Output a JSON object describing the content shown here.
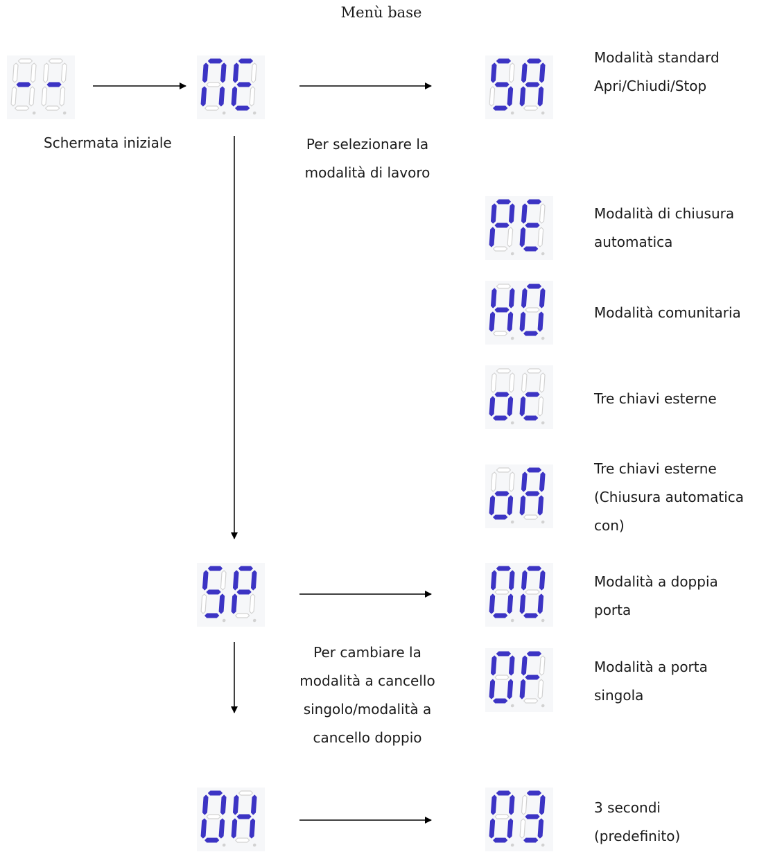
{
  "title": "Menù base",
  "colors": {
    "lit": "#3c34c4",
    "unlit": "#d2d2d2",
    "arrow": "#000000"
  },
  "displays": {
    "initial": "--",
    "work_mode": "NE",
    "gate_mode": "SP",
    "time": "OH",
    "standard": "SA",
    "auto_close": "PE",
    "community": "HO",
    "three_keys": "oc",
    "three_keys_auto": "oA",
    "double_door": "OO",
    "single_door": "OF",
    "three_sec": "O3"
  },
  "labels": {
    "initial_screen": "Schermata iniziale",
    "select_work_mode": [
      "Per selezionare la",
      "modalità di lavoro"
    ],
    "change_gate_mode": [
      "Per cambiare la",
      "modalità a cancello",
      "singolo/modalità a",
      "cancello doppio"
    ],
    "standard": [
      "Modalità standard",
      "Apri/Chiudi/Stop"
    ],
    "auto_close": [
      "Modalità di chiusura",
      "automatica"
    ],
    "community": [
      "Modalità comunitaria"
    ],
    "three_keys": [
      "Tre chiavi esterne"
    ],
    "three_keys_auto": [
      "Tre chiavi esterne",
      "(Chiusura automatica",
      "con)"
    ],
    "double_door": [
      "Modalità a doppia",
      "porta"
    ],
    "single_door": [
      "Modalità a porta",
      "singola"
    ],
    "three_sec": [
      "3 secondi",
      "(predefinito)"
    ]
  }
}
